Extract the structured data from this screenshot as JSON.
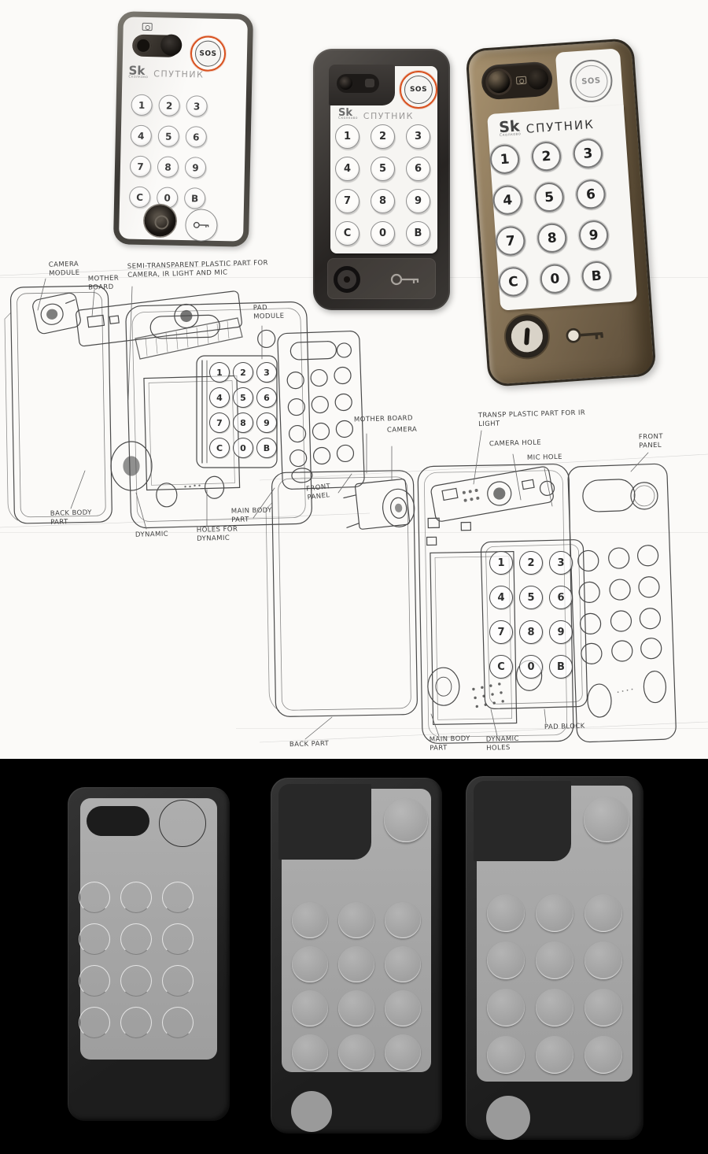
{
  "palette": {
    "paper": "#fbfaf8",
    "ink": "#464646",
    "accent_orange": "#d8511f",
    "bronze": "#8d7a5e",
    "dark_body": "#262626",
    "panel_gray": "#a6a6a6",
    "render_bg": "#000000"
  },
  "brand": {
    "logo": "Sk",
    "logo_sub": "Сколково",
    "product": "СПУТНИК",
    "sos_label": "SOS"
  },
  "keypad": {
    "keys": [
      "1",
      "2",
      "3",
      "4",
      "5",
      "6",
      "7",
      "8",
      "9",
      "C",
      "0",
      "B"
    ]
  },
  "exploded_left": {
    "labels": {
      "camera_module": "CAMERA MODULE",
      "mother_board": "MOTHER BOARD",
      "semi_transparent": "SEMI-TRANSPARENT PLASTIC PART FOR CAMERA, IR LIGHT AND MIC",
      "pad_module": "PAD MODULE",
      "back_body_part": "BACK BODY PART",
      "dynamic": "DYNAMIC",
      "holes_for_dynamic": "HOLES FOR DYNAMIC",
      "main_body_part": "MAIN BODY PART",
      "front_panel": "FRONT PANEL"
    }
  },
  "exploded_right": {
    "labels": {
      "mother_board": "MOTHER BOARD",
      "camera": "CAMERA",
      "transp_plastic": "TRANSP PLASTIC PART FOR IR LIGHT",
      "camera_hole": "CAMERA HOLE",
      "mic_hole": "MIC HOLE",
      "front_panel": "FRONT PANEL",
      "back_part": "BACK PART",
      "main_body_part": "MAIN BODY PART",
      "dynamic_holes": "DYNAMIC HOLES",
      "pad_block": "PAD BLOCK"
    }
  }
}
